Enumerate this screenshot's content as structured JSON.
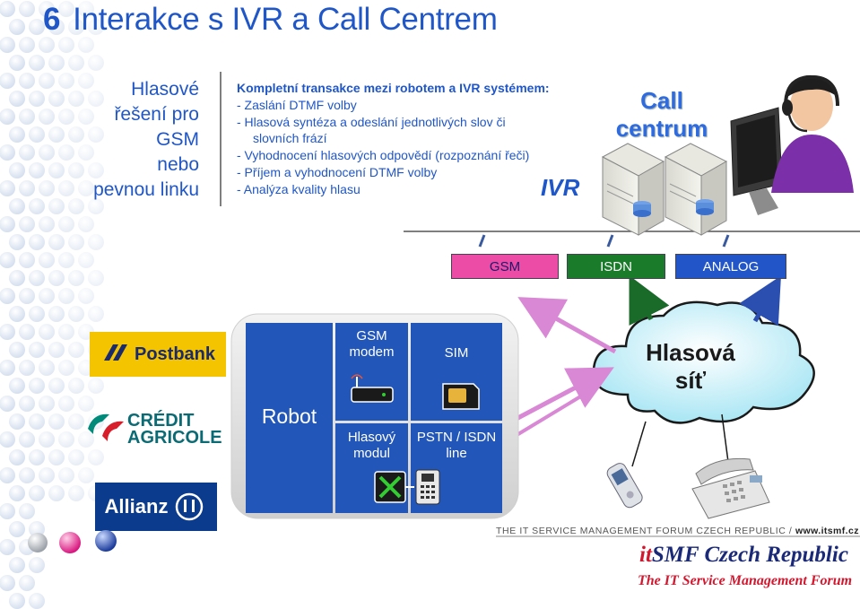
{
  "slide": {
    "number": "6",
    "title": "Interakce s IVR a Call Centrem",
    "side_label": [
      "Hlasové",
      "řešení pro",
      "GSM",
      "nebo",
      "pevnou linku"
    ],
    "description": {
      "heading": "Kompletní transakce mezi robotem a IVR systémem:",
      "items": [
        "- Zaslání DTMF volby",
        "- Hlasová syntéza a odeslání jednotlivých slov  či",
        "slovních frází",
        "- Vyhodnocení hlasových odpovědí (rozpoznání řeči)",
        "- Příjem a vyhodnocení DTMF volby",
        "- Analýza kvality hlasu"
      ]
    },
    "ivr_label": "IVR",
    "call_centre_label": [
      "Call",
      "centrum"
    ],
    "channels": [
      "GSM",
      "ISDN",
      "ANALOG"
    ],
    "cloud_label": [
      "Hlasová",
      "síť"
    ],
    "robot": {
      "label": "Robot",
      "gsm_modem": [
        "GSM",
        "modem"
      ],
      "sim": "SIM",
      "voice_module": [
        "Hlasový",
        "modul"
      ],
      "pstn_line": [
        "PSTN / ISDN",
        "line"
      ]
    },
    "banks": [
      "Postbank",
      "CRÉDIT",
      "AGRICOLE",
      "Allianz"
    ],
    "footer": {
      "tagline": "THE IT SERVICE MANAGEMENT FORUM CZECH REPUBLIC / ",
      "url": "www.itsmf.cz",
      "logo_it": "it",
      "logo_smf": "SMF Czech Republic",
      "logo_sub": "The IT Service Management Forum"
    },
    "colors": {
      "title_blue": "#1f56c8",
      "gsm_pink": "#ec4ca5",
      "isdn_green": "#1a7b2a",
      "analog_blue": "#2255c8",
      "robot_box": "#2256b8",
      "postbank_yellow": "#f5c400",
      "allianz_blue": "#0a3b8c"
    }
  }
}
